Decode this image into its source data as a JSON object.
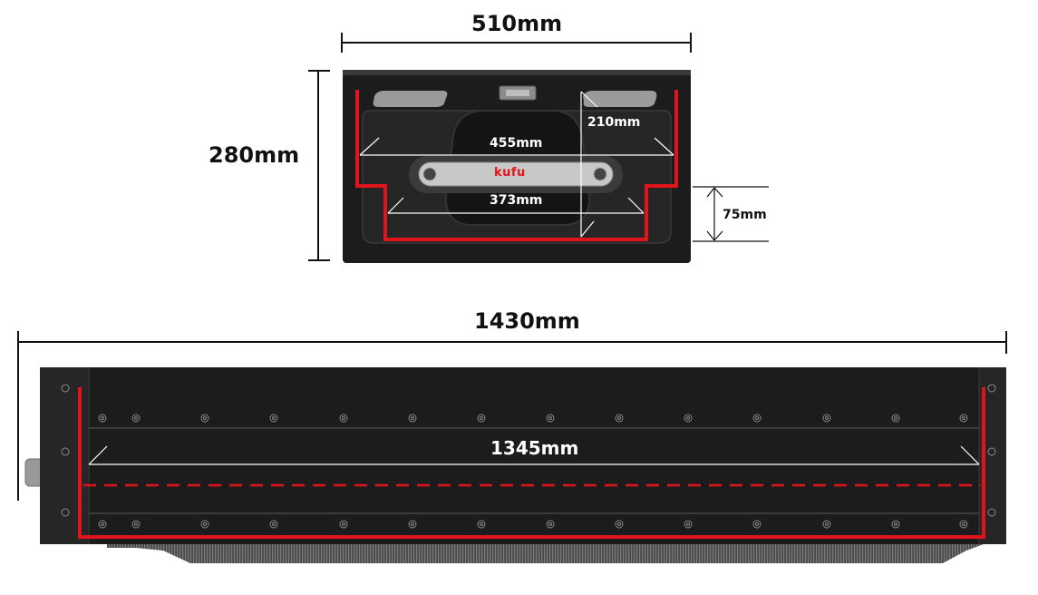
{
  "dimensions": {
    "top_width": "510mm",
    "top_height": "280mm",
    "upper_inner_width": "455mm",
    "lower_inner_width": "373mm",
    "inner_depth": "210mm",
    "step_height": "75mm",
    "total_length": "1430mm",
    "inner_length": "1345mm"
  },
  "brand": {
    "logo_text": "kufu"
  },
  "colors": {
    "body": "#1d1d1d",
    "panel": "#2b2b2b",
    "outline": "#e1141b",
    "line": "#111111",
    "inner_line": "#ffffff"
  }
}
